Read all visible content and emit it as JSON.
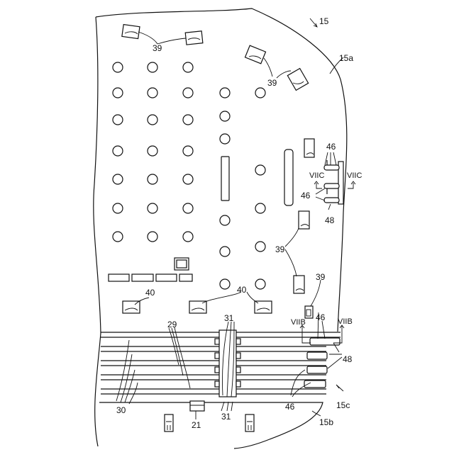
{
  "figure": {
    "ref_main": "15",
    "ref_upper": "15a",
    "ref_lower": "15c",
    "ref_bottom": "15b",
    "lbl_39": "39",
    "lbl_40": "40",
    "lbl_46": "46",
    "lbl_48": "48",
    "lbl_29": "29",
    "lbl_30": "30",
    "lbl_31": "31",
    "lbl_21": "21",
    "sect_viic": "VIIC",
    "sect_viib": "VIIB"
  }
}
